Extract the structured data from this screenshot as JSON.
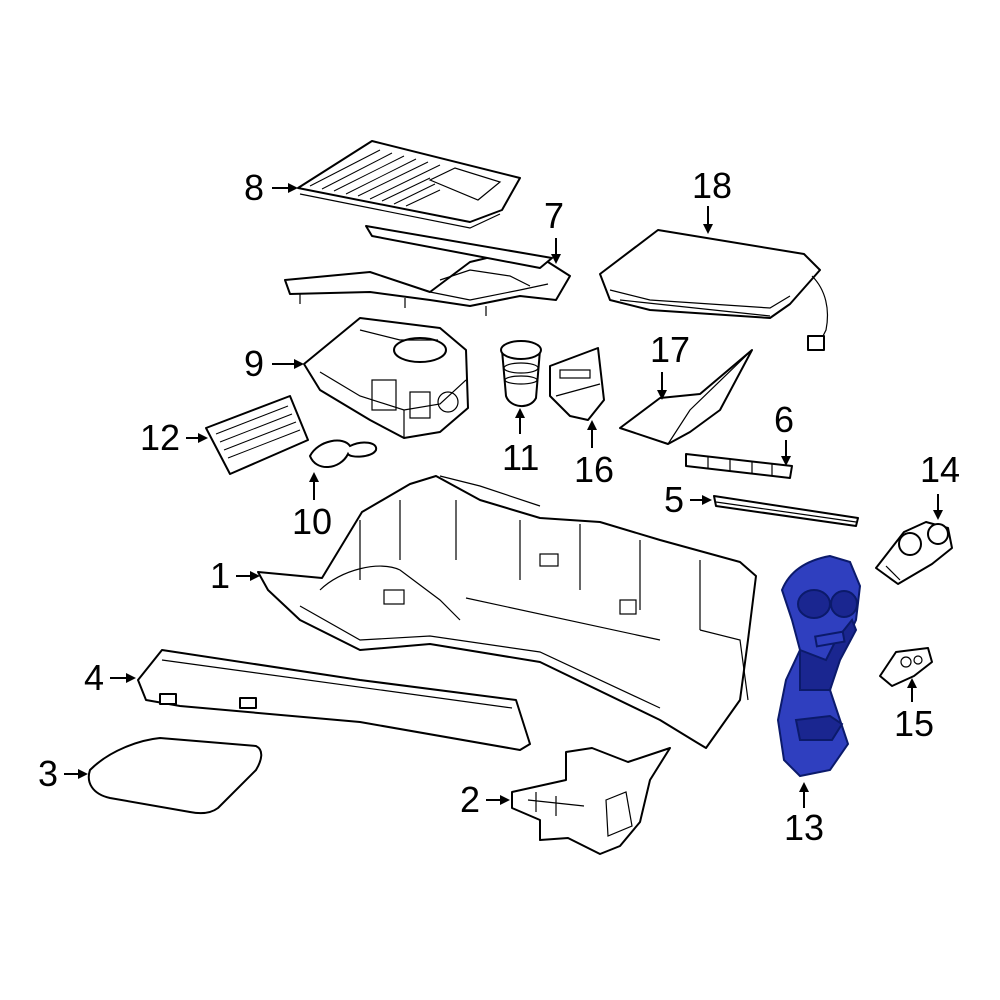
{
  "colors": {
    "highlight_fill": "#2f3fbf",
    "highlight_dark": "#1a2690",
    "line": "#000000",
    "background": "#ffffff"
  },
  "highlighted_part": "13",
  "callouts": [
    {
      "id": "c1",
      "label": "1"
    },
    {
      "id": "c2",
      "label": "2"
    },
    {
      "id": "c3",
      "label": "3"
    },
    {
      "id": "c4",
      "label": "4"
    },
    {
      "id": "c5",
      "label": "5"
    },
    {
      "id": "c6",
      "label": "6"
    },
    {
      "id": "c7",
      "label": "7"
    },
    {
      "id": "c8",
      "label": "8"
    },
    {
      "id": "c9",
      "label": "9"
    },
    {
      "id": "c10",
      "label": "10"
    },
    {
      "id": "c11",
      "label": "11"
    },
    {
      "id": "c12",
      "label": "12"
    },
    {
      "id": "c13",
      "label": "13"
    },
    {
      "id": "c14",
      "label": "14"
    },
    {
      "id": "c15",
      "label": "15"
    },
    {
      "id": "c16",
      "label": "16"
    },
    {
      "id": "c17",
      "label": "17"
    },
    {
      "id": "c18",
      "label": "18"
    }
  ]
}
